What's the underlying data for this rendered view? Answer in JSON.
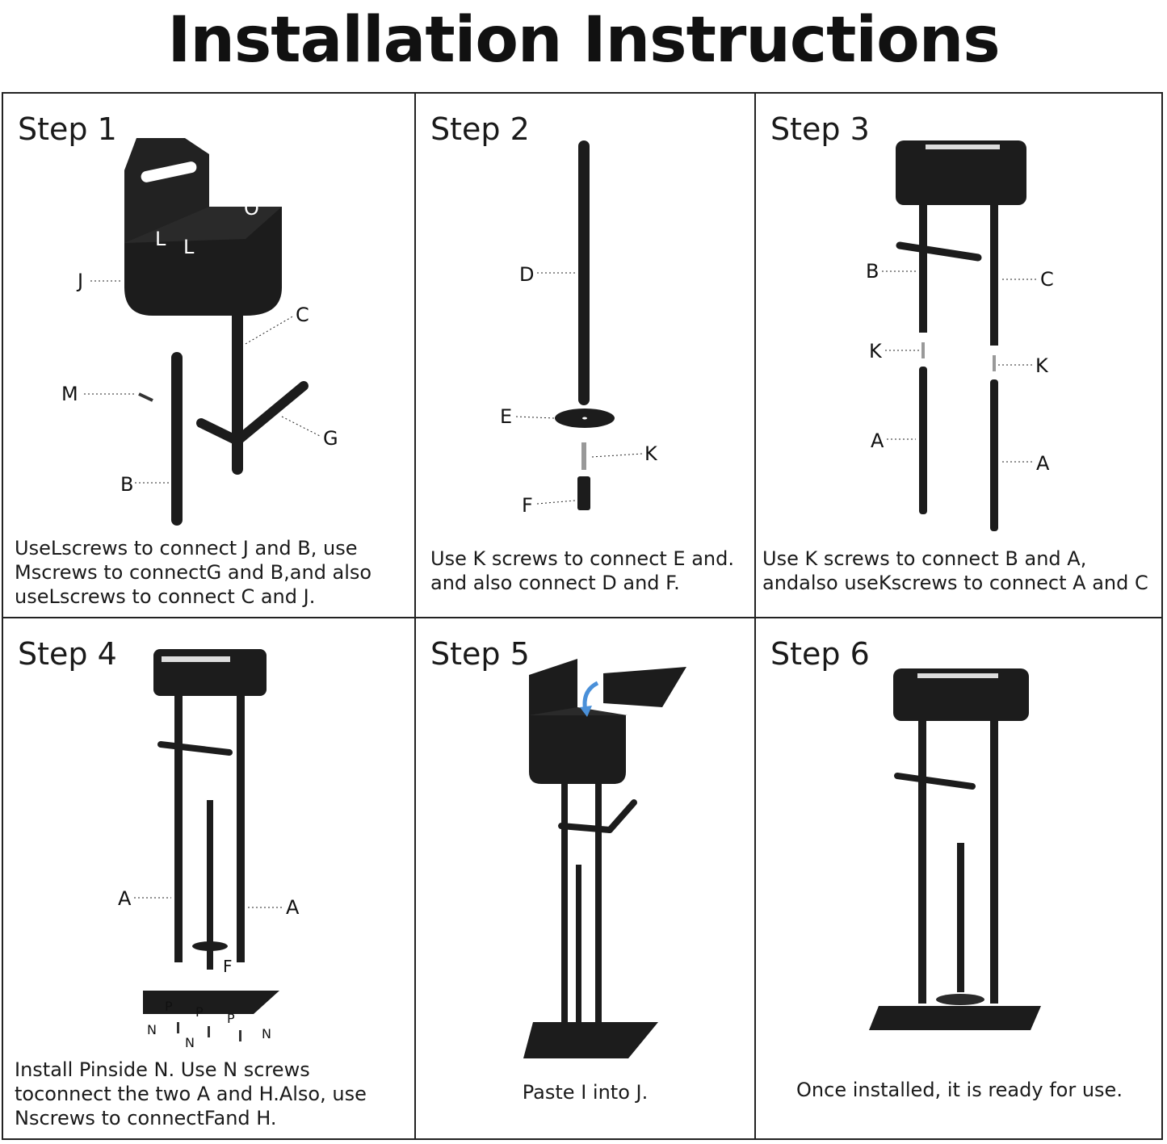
{
  "title": "Installation Instructions",
  "steps": [
    {
      "label": "Step 1",
      "caption": [
        "UseLscrews to connect J and B, use",
        "Mscrews to connectG and B,and also",
        "useLscrews to connect C and J."
      ],
      "parts": [
        "J",
        "O",
        "L",
        "L",
        "C",
        "M",
        "G",
        "B"
      ]
    },
    {
      "label": "Step 2",
      "caption": [
        "Use K screws to connect E and.",
        "and also connect D and F."
      ],
      "parts": [
        "D",
        "E",
        "K",
        "F"
      ]
    },
    {
      "label": "Step 3",
      "caption": [
        "Use K screws to connect B and A,",
        "andalso useKscrews to connect A and C"
      ],
      "parts": [
        "B",
        "C",
        "K",
        "K",
        "A",
        "A"
      ]
    },
    {
      "label": "Step 4",
      "caption": [
        "Install Pinside N. Use N screws",
        "toconnect the two A and H.Also, use",
        "Nscrews to connectFand H."
      ],
      "parts": [
        "A",
        "A",
        "F",
        "P",
        "P",
        "P",
        "N",
        "N",
        "N"
      ]
    },
    {
      "label": "Step 5",
      "caption": [
        "Paste I into J."
      ],
      "parts": []
    },
    {
      "label": "Step 6",
      "caption": [
        "Once installed, it is ready for use."
      ],
      "parts": []
    }
  ],
  "colors": {
    "line": "#222222",
    "metal": "#1c1c1c",
    "arrow": "#4a90d9"
  }
}
